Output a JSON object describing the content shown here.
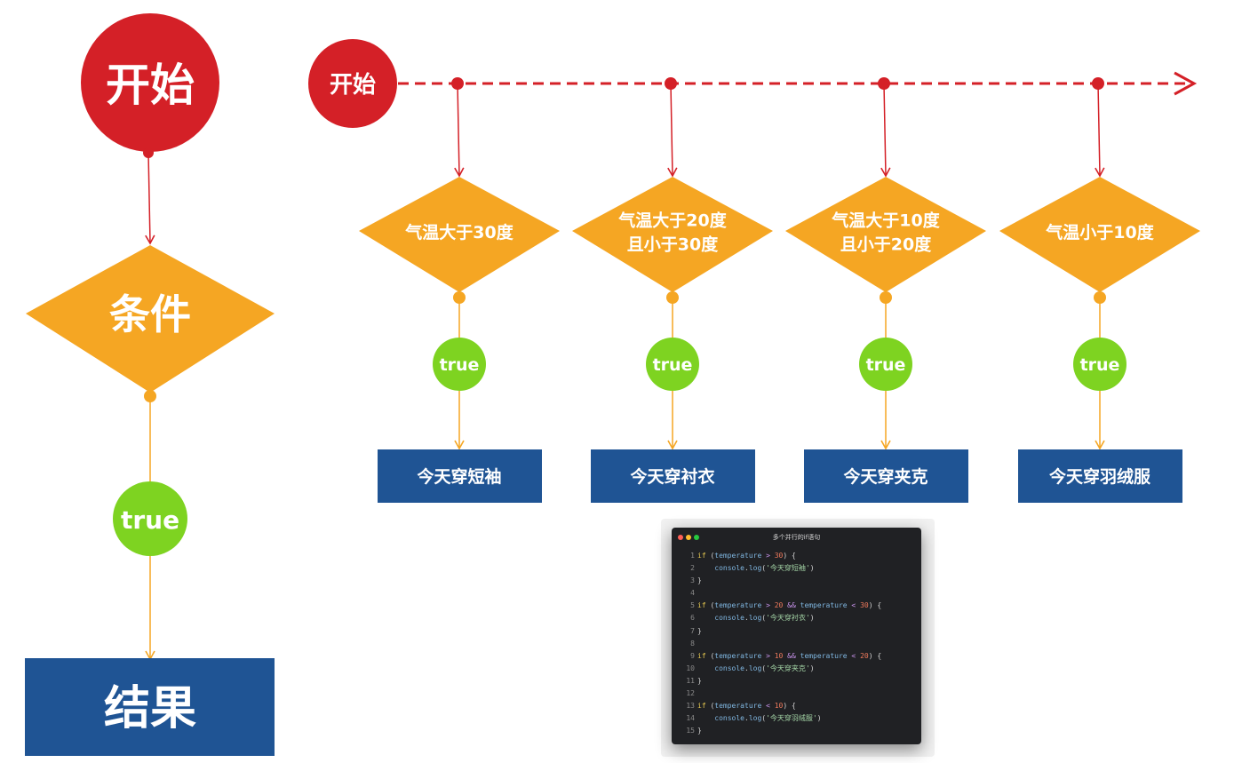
{
  "simple_flow": {
    "start": "开始",
    "condition": "条件",
    "true_label": "true",
    "result": "结果"
  },
  "multi_flow": {
    "start": "开始",
    "branches": [
      {
        "condition": [
          "气温大于30度"
        ],
        "true_label": "true",
        "result": "今天穿短袖"
      },
      {
        "condition": [
          "气温大于20度",
          "且小于30度"
        ],
        "true_label": "true",
        "result": "今天穿衬衣"
      },
      {
        "condition": [
          "气温大于10度",
          "且小于20度"
        ],
        "true_label": "true",
        "result": "今天穿夹克"
      },
      {
        "condition": [
          "气温小于10度"
        ],
        "true_label": "true",
        "result": "今天穿羽绒服"
      }
    ]
  },
  "code_window": {
    "title": "多个并行的if语句",
    "lines": [
      {
        "n": "1",
        "tokens": [
          [
            "kw",
            "if"
          ],
          [
            "pun",
            " ("
          ],
          [
            "var",
            "temperature"
          ],
          [
            "op",
            " > "
          ],
          [
            "num",
            "30"
          ],
          [
            "pun",
            ") {"
          ]
        ]
      },
      {
        "n": "2",
        "tokens": [
          [
            "pun",
            "    "
          ],
          [
            "fn",
            "console"
          ],
          [
            "pun",
            "."
          ],
          [
            "fn",
            "log"
          ],
          [
            "pun",
            "("
          ],
          [
            "str",
            "'今天穿短袖'"
          ],
          [
            "pun",
            ")"
          ]
        ]
      },
      {
        "n": "3",
        "tokens": [
          [
            "pun",
            "}"
          ]
        ]
      },
      {
        "n": "4",
        "tokens": []
      },
      {
        "n": "5",
        "tokens": [
          [
            "kw",
            "if"
          ],
          [
            "pun",
            " ("
          ],
          [
            "var",
            "temperature"
          ],
          [
            "op",
            " > "
          ],
          [
            "num",
            "20"
          ],
          [
            "op",
            " && "
          ],
          [
            "var",
            "temperature"
          ],
          [
            "op",
            " < "
          ],
          [
            "num",
            "30"
          ],
          [
            "pun",
            ") {"
          ]
        ]
      },
      {
        "n": "6",
        "tokens": [
          [
            "pun",
            "    "
          ],
          [
            "fn",
            "console"
          ],
          [
            "pun",
            "."
          ],
          [
            "fn",
            "log"
          ],
          [
            "pun",
            "("
          ],
          [
            "str",
            "'今天穿衬衣'"
          ],
          [
            "pun",
            ")"
          ]
        ]
      },
      {
        "n": "7",
        "tokens": [
          [
            "pun",
            "}"
          ]
        ]
      },
      {
        "n": "8",
        "tokens": []
      },
      {
        "n": "9",
        "tokens": [
          [
            "kw",
            "if"
          ],
          [
            "pun",
            " ("
          ],
          [
            "var",
            "temperature"
          ],
          [
            "op",
            " > "
          ],
          [
            "num",
            "10"
          ],
          [
            "op",
            " && "
          ],
          [
            "var",
            "temperature"
          ],
          [
            "op",
            " < "
          ],
          [
            "num",
            "20"
          ],
          [
            "pun",
            ") {"
          ]
        ]
      },
      {
        "n": "10",
        "tokens": [
          [
            "pun",
            "    "
          ],
          [
            "fn",
            "console"
          ],
          [
            "pun",
            "."
          ],
          [
            "fn",
            "log"
          ],
          [
            "pun",
            "("
          ],
          [
            "str",
            "'今天穿夹克'"
          ],
          [
            "pun",
            ")"
          ]
        ]
      },
      {
        "n": "11",
        "tokens": [
          [
            "pun",
            "}"
          ]
        ]
      },
      {
        "n": "12",
        "tokens": []
      },
      {
        "n": "13",
        "tokens": [
          [
            "kw",
            "if"
          ],
          [
            "pun",
            " ("
          ],
          [
            "var",
            "temperature"
          ],
          [
            "op",
            " < "
          ],
          [
            "num",
            "10"
          ],
          [
            "pun",
            ") {"
          ]
        ]
      },
      {
        "n": "14",
        "tokens": [
          [
            "pun",
            "    "
          ],
          [
            "fn",
            "console"
          ],
          [
            "pun",
            "."
          ],
          [
            "fn",
            "log"
          ],
          [
            "pun",
            "("
          ],
          [
            "str",
            "'今天穿羽绒服'"
          ],
          [
            "pun",
            ")"
          ]
        ]
      },
      {
        "n": "15",
        "tokens": [
          [
            "pun",
            "}"
          ]
        ]
      }
    ]
  },
  "colors": {
    "start": "#d42027",
    "condition": "#f5a623",
    "true": "#7ed321",
    "result": "#1f5494",
    "arrow_red": "#d42027",
    "arrow_orange": "#f5a623"
  }
}
